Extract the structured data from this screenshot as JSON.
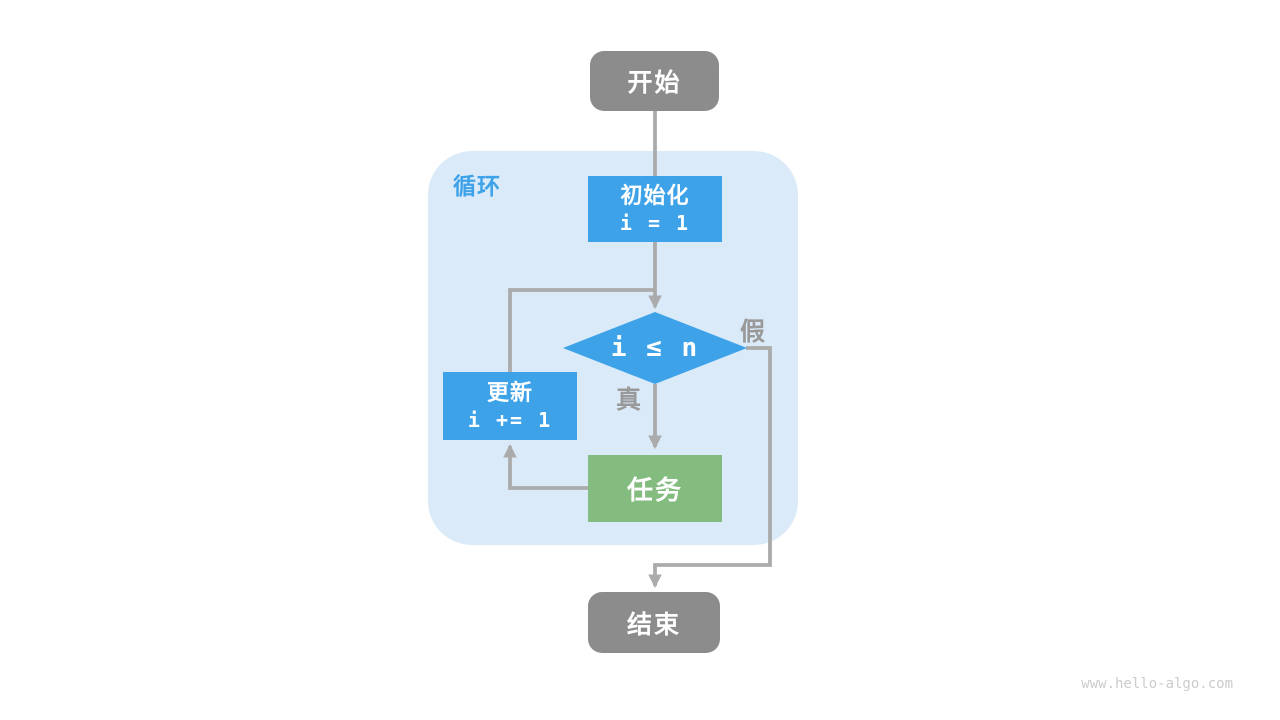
{
  "diagram": {
    "loop_label": "循环",
    "nodes": {
      "start": "开始",
      "init": {
        "title": "初始化",
        "code": "i = 1"
      },
      "condition": "i ≤ n",
      "update": {
        "title": "更新",
        "code": "i += 1"
      },
      "task": "任务",
      "end": "结束"
    },
    "edge_labels": {
      "true": "真",
      "false": "假"
    },
    "watermark": "www.hello-algo.com"
  },
  "colors": {
    "node-blue": "#3EA2E9",
    "node-green": "#84BC80",
    "node-gray": "#8C8C8C",
    "container-blue": "#DAEAF9",
    "line-gray": "#ABABAB",
    "label-gray": "#999999",
    "accent-blue": "#3EA2E9",
    "watermark-gray": "#CCCCCC"
  }
}
